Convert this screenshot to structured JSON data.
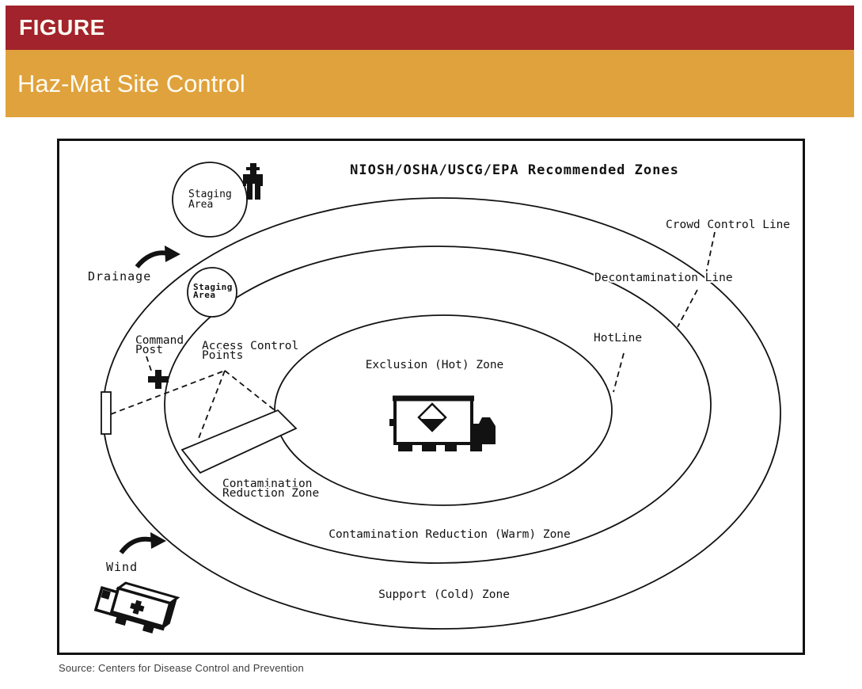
{
  "header": {
    "kicker": "FIGURE",
    "title": "Haz-Mat Site Control"
  },
  "colors": {
    "kicker_bar": "#A2232B",
    "title_bar": "#E0A23C",
    "bar_text": "#FDFBF2",
    "ink": "#121212",
    "source_text": "#3D3D3D"
  },
  "diagram": {
    "title": "NIOSH/OSHA/USCG/EPA Recommended Zones",
    "zones": {
      "exclusion": "Exclusion (Hot) Zone",
      "warm": "Contamination Reduction (Warm) Zone",
      "cold": "Support (Cold) Zone"
    },
    "boundaries": {
      "crowd_control": "Crowd Control Line",
      "decontamination": "Decontamination Line",
      "hotline": "HotLine"
    },
    "labels": {
      "staging_line1": "Staging",
      "staging_line2": "Area",
      "staging_small_line1": "Staging",
      "staging_small_line2": "Area",
      "drainage": "Drainage",
      "wind": "Wind",
      "command_line1": "Command",
      "command_line2": "Post",
      "access_line1": "Access Control",
      "access_line2": "Points",
      "corridor_line1": "Contamination",
      "corridor_line2": "Reduction Zone"
    },
    "icons": {
      "responder": "standing-person-silhouette",
      "command_post": "black-cross-marker",
      "hazmat_truck": "truck-with-hazard-diamond-placard",
      "ambulance": "ambulance-box-truck-3d",
      "wind_arrow": "thick-curved-arrow-right",
      "drainage_arrow": "thick-curved-arrow-right"
    }
  },
  "source": "Source: Centers for Disease Control and Prevention"
}
